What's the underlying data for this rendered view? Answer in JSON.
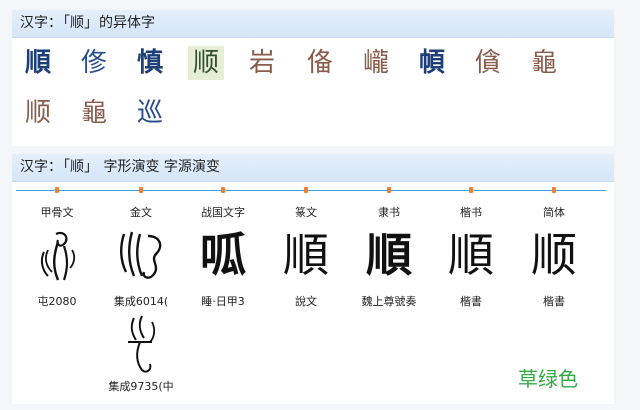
{
  "panel1": {
    "title_prefix": "汉字：",
    "title_char": "「顺」",
    "title_suffix": "的异体字",
    "variants": [
      "順",
      "俢",
      "慎",
      "顺",
      "岩",
      "俻",
      "巄",
      "幁",
      "僋",
      "龜",
      "顺",
      "龜",
      "巡"
    ]
  },
  "panel2": {
    "title_prefix": "汉字：",
    "title_char": "「顺」",
    "title_suffix": " 字形演变 字源演变",
    "eras": [
      "甲骨文",
      "金文",
      "战国文字",
      "篆文",
      "隶书",
      "楷书",
      "简体"
    ],
    "glyphs": [
      "",
      "",
      "呱",
      "順",
      "順",
      "順",
      "顺"
    ],
    "sources": [
      "屯2080",
      "集成6014(",
      "睡·日甲3",
      "說文",
      "魏上尊號奏",
      "楷書",
      "楷書"
    ],
    "extra_source": "集成9735(中",
    "watermark": "草绿色"
  },
  "colors": {
    "header_bg": "#d5e6f8",
    "timeline": "#3aa0d8",
    "timeline_dot": "#f08030",
    "variant_blue": "#1c3f79",
    "variant_brown": "#8a5a4a",
    "highlight": "#e6efd6",
    "watermark": "#33aa44"
  }
}
